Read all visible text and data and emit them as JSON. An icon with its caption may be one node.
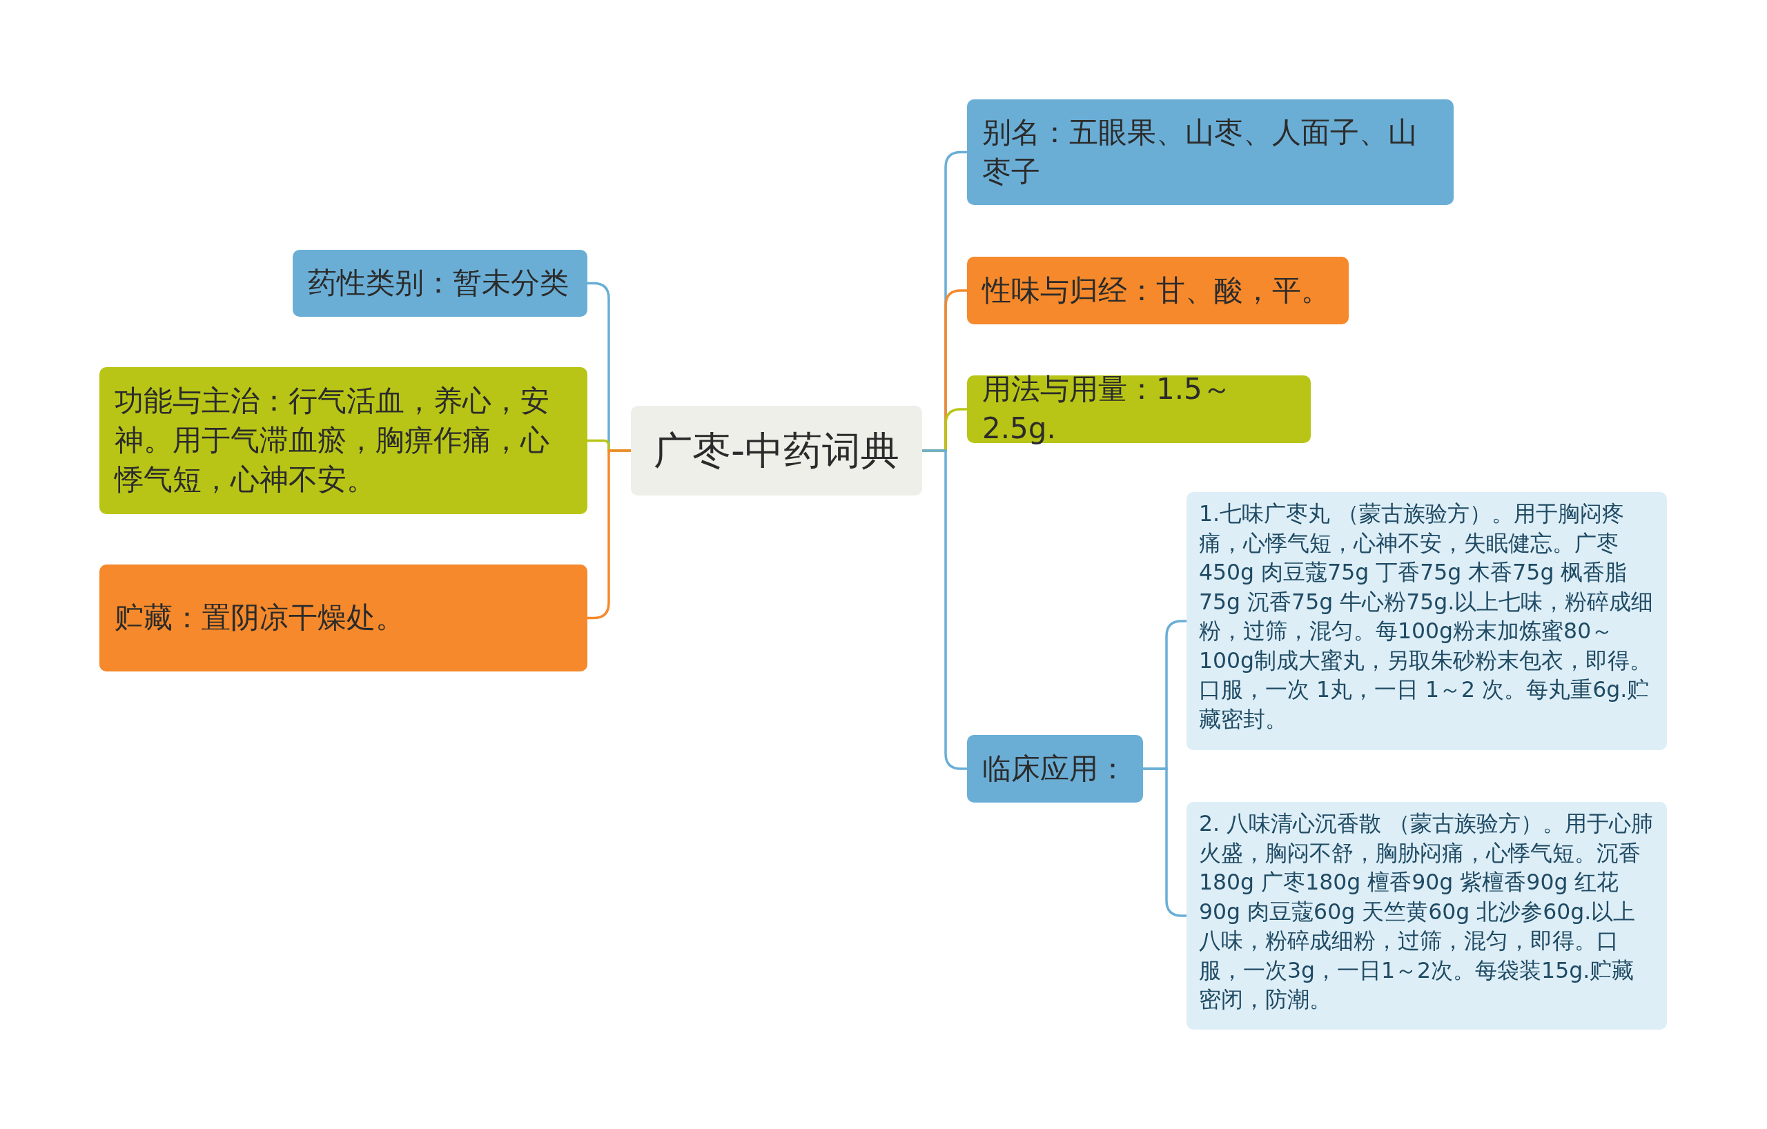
{
  "diagram": {
    "nodes": [
      {
        "text": [
          "广枣-中药词典"
        ]
      },
      {
        "text": [
          "药性类别：暂未分类"
        ]
      },
      {
        "text": [
          "功能与主治：行气活血，养心，安神。用于气滞血瘀，胸痹作痛，心悸气短，心神不安。"
        ]
      },
      {
        "text": [
          "贮藏：置阴凉干燥处。"
        ]
      },
      {
        "text": [
          "别名：五眼果、山枣、人面子、山枣子"
        ]
      },
      {
        "text": [
          "性味与归经：甘、酸，平。"
        ]
      },
      {
        "text": [
          "用法与用量：1.5～2.5g."
        ]
      },
      {
        "text": [
          "临床应用："
        ]
      },
      {
        "text": [
          "1.七味广枣丸 （蒙古族验方）。用于胸闷疼痛，心悸气短，心神不安，失眠健忘。广枣450g 肉豆蔻75g 丁香75g 木香75g 枫香脂75g 沉香75g 牛心粉75g.以上七味，粉碎成细粉，过筛，混匀。每100g粉末加炼蜜80～100g制成大蜜丸，另取朱砂粉末包衣，即得。口服，一次 1丸，一日 1～2 次。每丸重6g.贮藏密封。"
        ]
      },
      {
        "text": [
          "2. 八味清心沉香散 （蒙古族验方）。用于心肺火盛，胸闷不舒，胸胁闷痛，心悸气短。沉香180g 广枣180g 檀香90g 紫檀香90g 红花90g 肉豆蔻60g 天竺黄60g 北沙参60g.以上八味，粉碎成细粉，过筛，混匀，即得。口服，一次3g，一日1～2次。每袋装15g.贮藏密闭，防潮。"
        ]
      }
    ],
    "edges": [
      {
        "from": 0,
        "to": 1,
        "arrow": "none",
        "color": "#6aaed6"
      },
      {
        "from": 0,
        "to": 2,
        "arrow": "none",
        "color": "#b8c516"
      },
      {
        "from": 0,
        "to": 3,
        "arrow": "none",
        "color": "#f5892b"
      },
      {
        "from": 0,
        "to": 4,
        "arrow": "none",
        "color": "#6aaed6"
      },
      {
        "from": 0,
        "to": 5,
        "arrow": "none",
        "color": "#f5892b"
      },
      {
        "from": 0,
        "to": 6,
        "arrow": "none",
        "color": "#b8c516"
      },
      {
        "from": 0,
        "to": 7,
        "arrow": "none",
        "color": "#6aaed6"
      },
      {
        "from": 7,
        "to": 8,
        "arrow": "none",
        "color": "#6aaed6"
      },
      {
        "from": 7,
        "to": 9,
        "arrow": "none",
        "color": "#6aaed6"
      }
    ]
  }
}
